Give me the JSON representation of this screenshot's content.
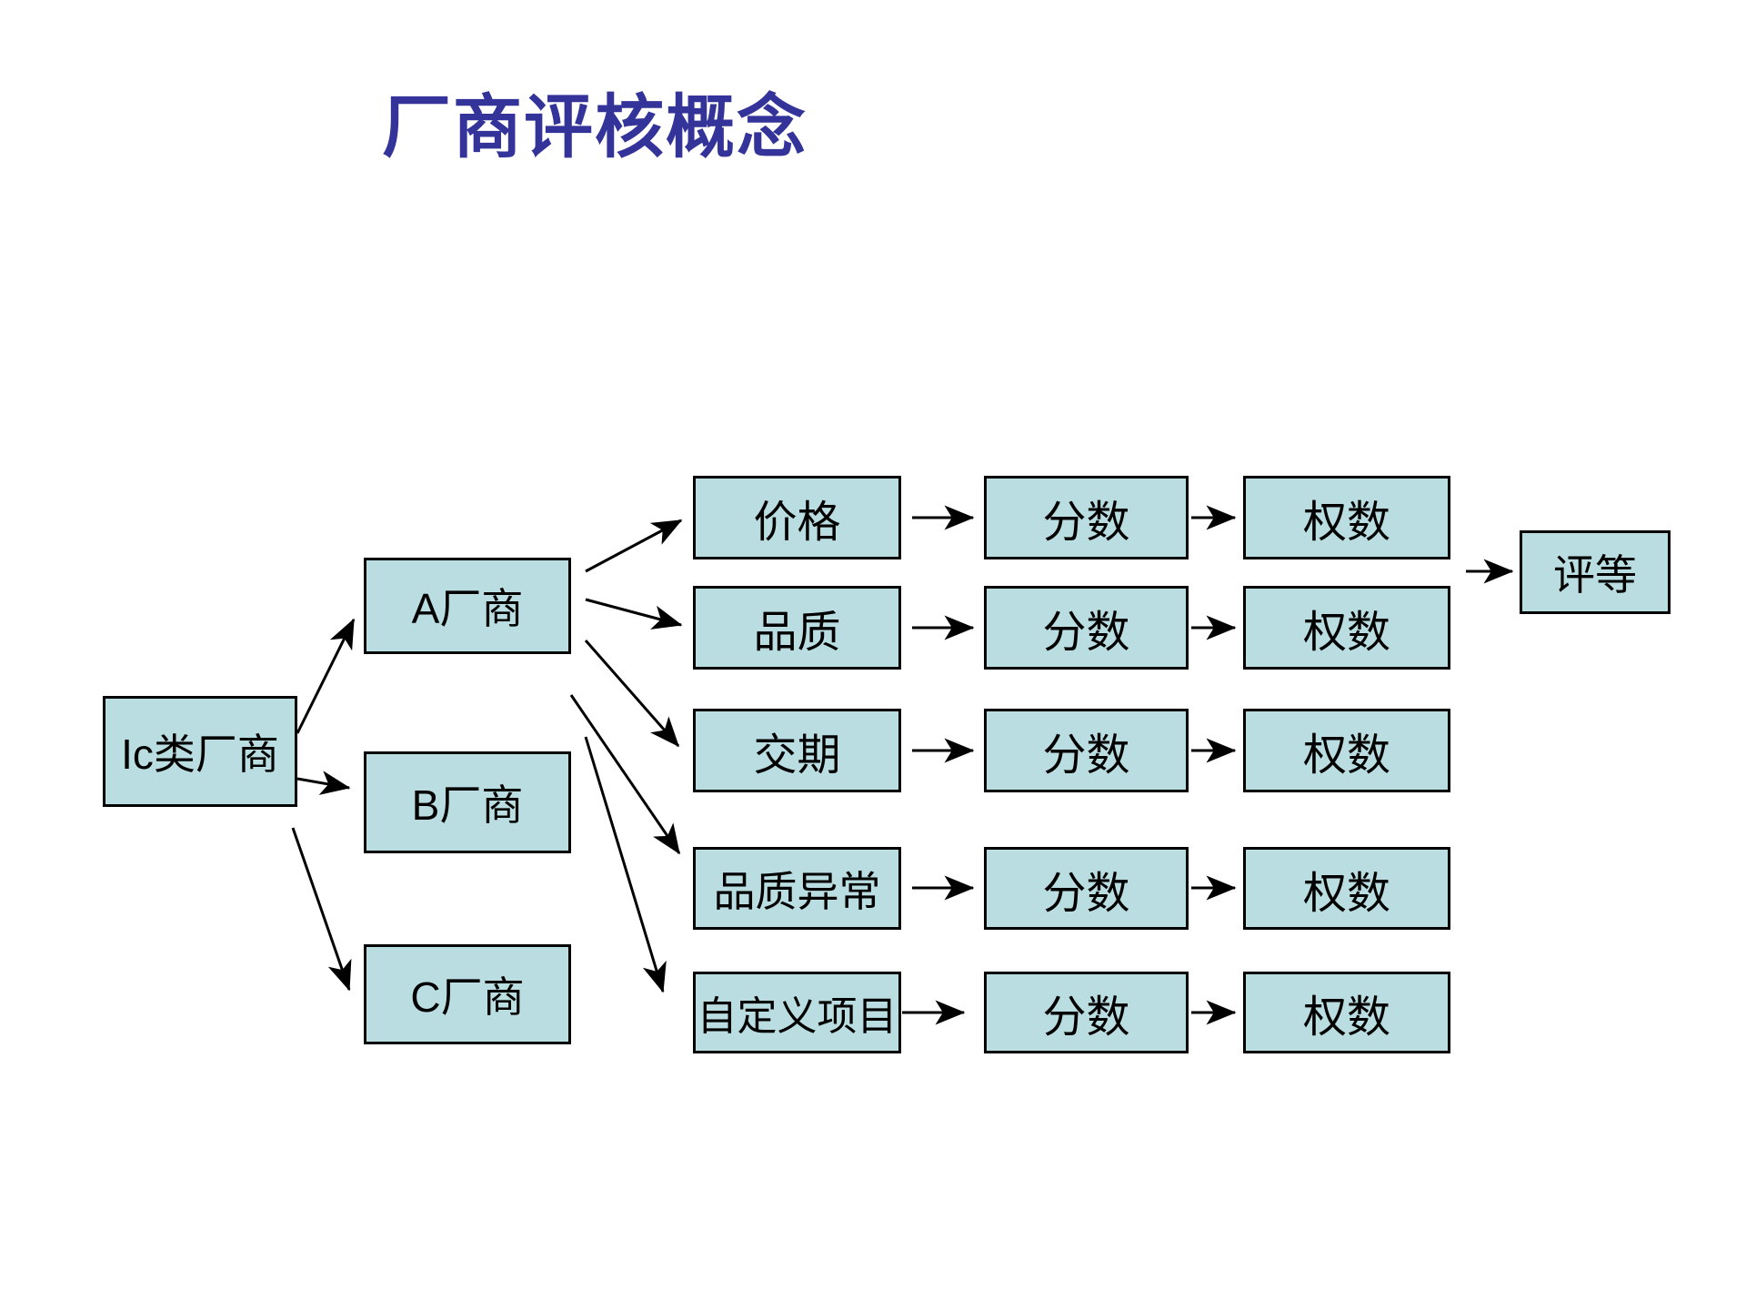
{
  "title": "厂商评核概念",
  "colors": {
    "background": "#ffffff",
    "title": "#333399",
    "box_fill": "#b9dde1",
    "box_border": "#000000",
    "arrow": "#000000"
  },
  "diagram": {
    "root": {
      "label": "Ic类厂商"
    },
    "vendors": [
      {
        "label": "A厂商"
      },
      {
        "label": "B厂商"
      },
      {
        "label": "C厂商"
      }
    ],
    "rows": [
      {
        "criterion": "价格",
        "score": "分数",
        "weight": "权数"
      },
      {
        "criterion": "品质",
        "score": "分数",
        "weight": "权数"
      },
      {
        "criterion": "交期",
        "score": "分数",
        "weight": "权数"
      },
      {
        "criterion": "品质异常",
        "score": "分数",
        "weight": "权数"
      },
      {
        "criterion": "自定义项目",
        "score": "分数",
        "weight": "权数"
      }
    ],
    "rating": {
      "label": "评等"
    }
  }
}
